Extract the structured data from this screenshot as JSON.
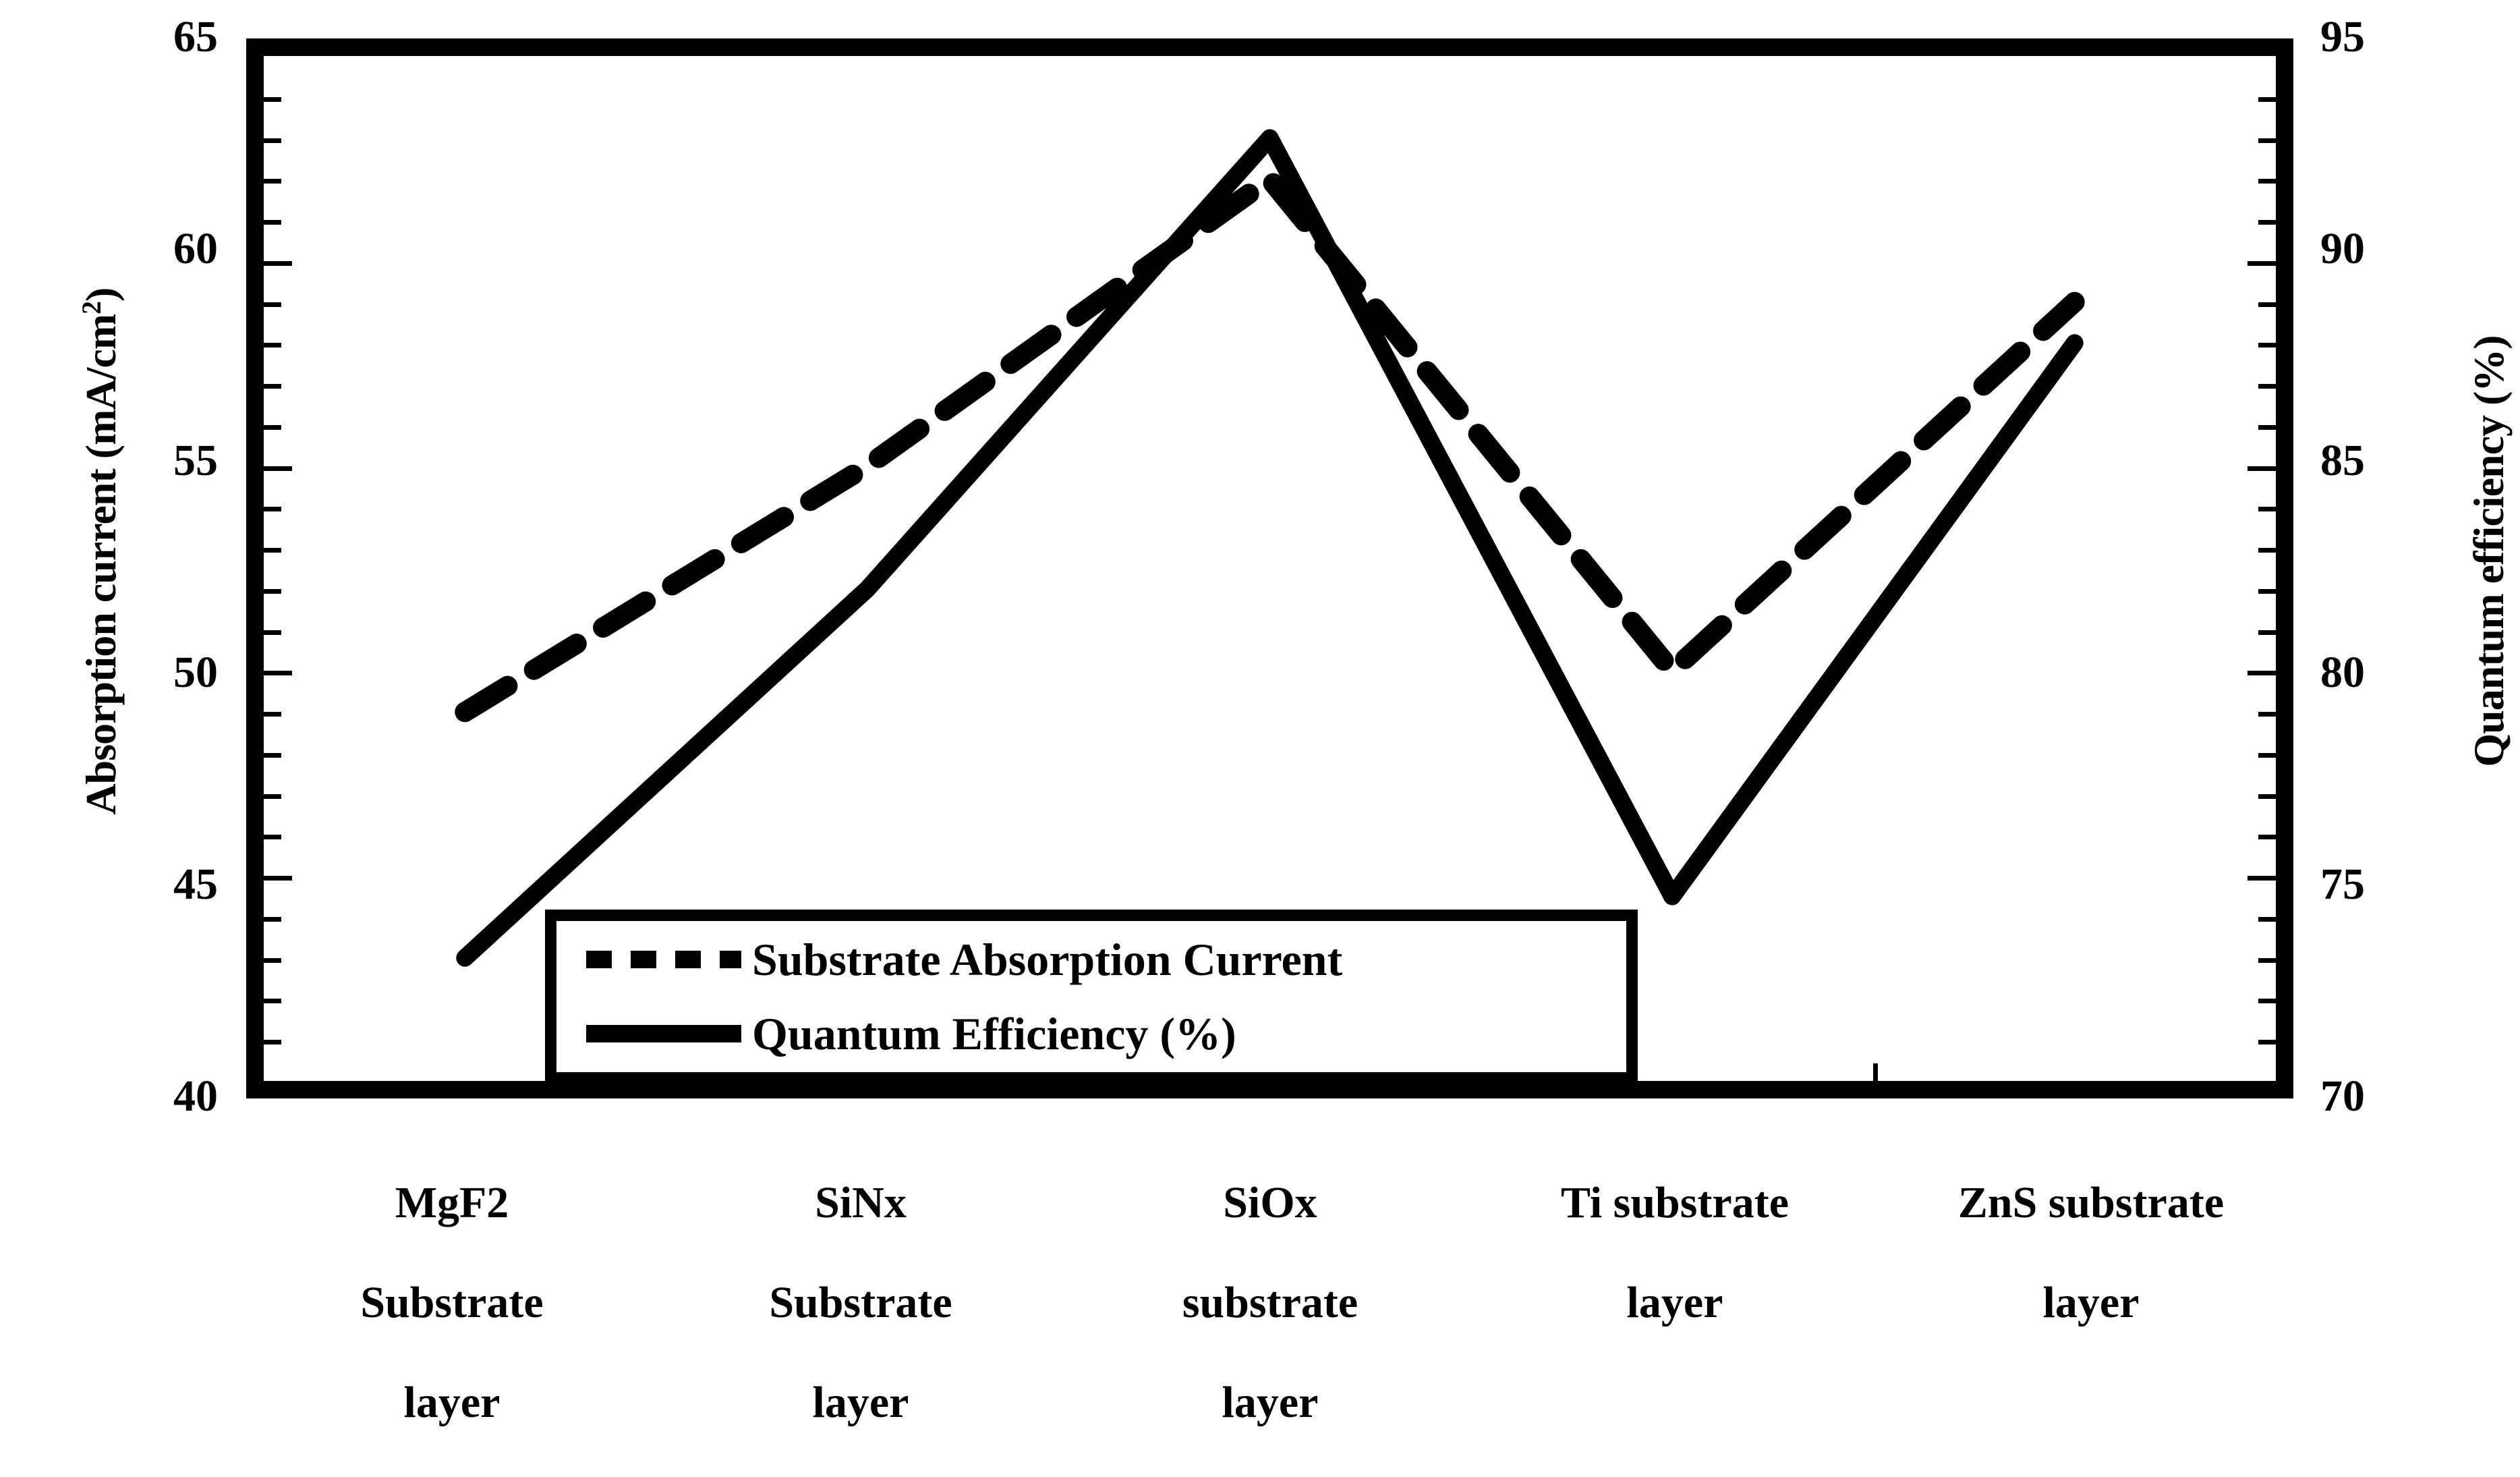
{
  "chart_data": {
    "type": "line",
    "title": "",
    "categories": [
      "MgF2\nSubstrate\nlayer",
      "SiNx\nSubstrate\nlayer",
      "SiOx\nsubstrate\nlayer",
      "Ti substrate\nlayer",
      "ZnS substrate\nlayer"
    ],
    "categories_plain": [
      "MgF2 Substrate layer",
      "SiNx Substrate layer",
      "SiOx substrate layer",
      "Ti substrate layer",
      "ZnS substrate layer"
    ],
    "series": [
      {
        "name": "Substrate Absorption Current",
        "axis": "left",
        "style": "dashed",
        "color": "#000000",
        "values": [
          49,
          55,
          62,
          50,
          59
        ]
      },
      {
        "name": "Quantum Efficiency (%)",
        "axis": "right",
        "style": "solid",
        "color": "#000000",
        "values": [
          73,
          82,
          93,
          74.5,
          88
        ]
      }
    ],
    "xlabel": "",
    "ylabel": "Absorption current (mA/cm2)",
    "ylabel_right": "Quantum efficiency (%)",
    "ylim": [
      40,
      65
    ],
    "ylim_right": [
      70,
      95
    ],
    "yticks": [
      40,
      45,
      50,
      55,
      60,
      65
    ],
    "yticks_right": [
      70,
      75,
      80,
      85,
      90,
      95
    ],
    "minor_tick_step": 1,
    "grid": false,
    "legend_position": "bottom-center-inside"
  },
  "axes": {
    "left": {
      "title_main": "Absorption current (mA/cm",
      "title_sup": "2",
      "title_tail": ")",
      "ticks": [
        "65",
        "60",
        "55",
        "50",
        "45",
        "40"
      ]
    },
    "right": {
      "title": "Quantum efficiency (%)",
      "ticks": [
        "95",
        "90",
        "85",
        "80",
        "75",
        "70"
      ]
    }
  },
  "legend": {
    "items": [
      {
        "label": "Substrate Absorption Current",
        "style": "dashed"
      },
      {
        "label": "Quantum Efficiency (%)",
        "style": "solid"
      }
    ]
  },
  "categories": [
    {
      "line1": "MgF2",
      "line2": "Substrate",
      "line3": "layer"
    },
    {
      "line1": "SiNx",
      "line2": "Substrate",
      "line3": "layer"
    },
    {
      "line1": "SiOx",
      "line2": "substrate",
      "line3": "layer"
    },
    {
      "line1": "Ti substrate",
      "line2": "layer",
      "line3": ""
    },
    {
      "line1": "ZnS substrate",
      "line2": "layer",
      "line3": ""
    }
  ],
  "colors": {
    "foreground": "#000000",
    "background": "#ffffff"
  }
}
